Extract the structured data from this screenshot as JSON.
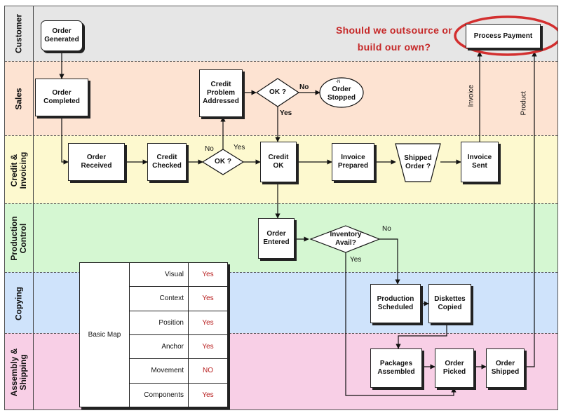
{
  "lanes": {
    "customer": "Customer",
    "sales": "Sales",
    "credit": "Credit &\nInvoicing",
    "production": "Production\nControl",
    "copying": "Copying",
    "assembly": "Assembly &\nShipping"
  },
  "lane_colors": {
    "customer": "#e6e6e6",
    "sales": "#fde3d2",
    "credit": "#fdf9cf",
    "production": "#d5f7d2",
    "copying": "#cfe3fb",
    "assembly": "#f8cfe6"
  },
  "steps": {
    "order_generated": "Order\nGenerated",
    "process_payment": "Process Payment",
    "order_completed": "Order\nCompleted",
    "credit_problem": "Credit\nProblem\nAddressed",
    "ok_sales": "OK ?",
    "order_stopped": "Order\nStopped",
    "order_received": "Order\nReceived",
    "credit_checked": "Credit\nChecked",
    "ok_credit": "OK ?",
    "credit_ok": "Credit\nOK",
    "invoice_prepared": "Invoice\nPrepared",
    "shipped_order": "Shipped\nOrder ?",
    "invoice_sent": "Invoice\nSent",
    "order_entered": "Order\nEntered",
    "inventory_avail": "Inventory\nAvail?",
    "production_scheduled": "Production\nScheduled",
    "diskettes_copied": "Diskettes\nCopied",
    "packages_assembled": "Packages\nAssembled",
    "order_picked": "Order\nPicked",
    "order_shipped": "Order\nShipped"
  },
  "edge_labels": {
    "no_sales": "No",
    "yes_sales": "Yes",
    "no_credit": "No",
    "yes_credit": "Yes",
    "no_inventory": "No",
    "yes_inventory": "Yes",
    "invoice": "Invoice",
    "product": "Product",
    "stopped_mark": "-N"
  },
  "question": "Should we outsource or build our own?",
  "highlight_color": "#d32f2f",
  "map_table": {
    "title": "Basic Map",
    "rows": [
      {
        "prop": "Visual",
        "value": "Yes"
      },
      {
        "prop": "Context",
        "value": "Yes"
      },
      {
        "prop": "Position",
        "value": "Yes"
      },
      {
        "prop": "Anchor",
        "value": "Yes"
      },
      {
        "prop": "Movement",
        "value": "NO"
      },
      {
        "prop": "Components",
        "value": "Yes"
      }
    ]
  }
}
